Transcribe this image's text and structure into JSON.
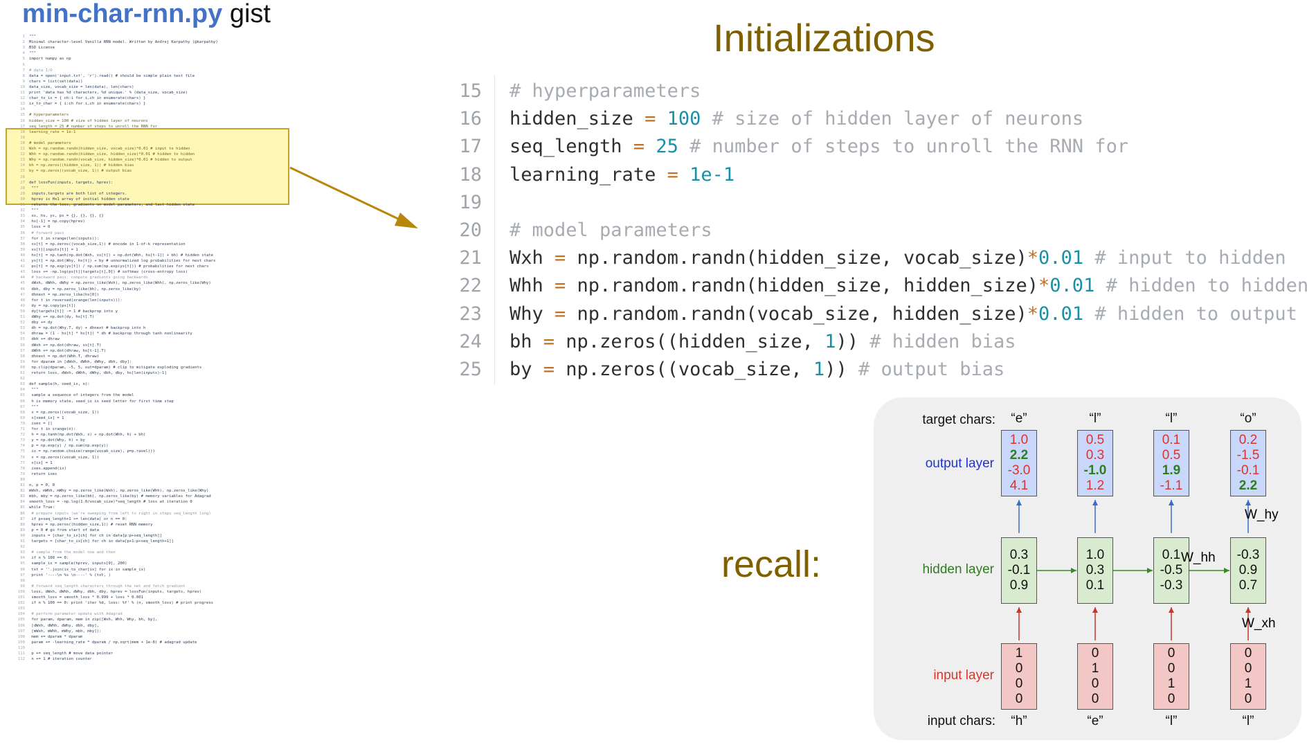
{
  "header": {
    "filename": "min-char-rnn.py",
    "suffix": "gist"
  },
  "mini_code_lines": [
    "\"\"\"",
    "Minimal character-level Vanilla RNN model. Written by Andrej Karpathy (@karpathy)",
    "BSD License",
    "\"\"\"",
    "import numpy as np",
    "",
    "# data I/O",
    "data = open('input.txt', 'r').read() # should be simple plain text file",
    "chars = list(set(data))",
    "data_size, vocab_size = len(data), len(chars)",
    "print 'data has %d characters, %d unique.' % (data_size, vocab_size)",
    "char_to_ix = { ch:i for i,ch in enumerate(chars) }",
    "ix_to_char = { i:ch for i,ch in enumerate(chars) }",
    "",
    "# hyperparameters",
    "hidden_size = 100 # size of hidden layer of neurons",
    "seq_length = 25 # number of steps to unroll the RNN for",
    "learning_rate = 1e-1",
    "",
    "# model parameters",
    "Wxh = np.random.randn(hidden_size, vocab_size)*0.01 # input to hidden",
    "Whh = np.random.randn(hidden_size, hidden_size)*0.01 # hidden to hidden",
    "Why = np.random.randn(vocab_size, hidden_size)*0.01 # hidden to output",
    "bh = np.zeros((hidden_size, 1)) # hidden bias",
    "by = np.zeros((vocab_size, 1)) # output bias",
    "",
    "def lossFun(inputs, targets, hprev):",
    "  \"\"\"",
    "  inputs,targets are both list of integers.",
    "  hprev is Hx1 array of initial hidden state",
    "  returns the loss, gradients on model parameters, and last hidden state",
    "  \"\"\"",
    "  xs, hs, ys, ps = {}, {}, {}, {}",
    "  hs[-1] = np.copy(hprev)",
    "  loss = 0",
    "  # forward pass",
    "  for t in xrange(len(inputs)):",
    "    xs[t] = np.zeros((vocab_size,1)) # encode in 1-of-k representation",
    "    xs[t][inputs[t]] = 1",
    "    hs[t] = np.tanh(np.dot(Wxh, xs[t]) + np.dot(Whh, hs[t-1]) + bh) # hidden state",
    "    ys[t] = np.dot(Why, hs[t]) + by # unnormalized log probabilities for next chars",
    "    ps[t] = np.exp(ys[t]) / np.sum(np.exp(ys[t])) # probabilities for next chars",
    "    loss += -np.log(ps[t][targets[t],0]) # softmax (cross-entropy loss)",
    "  # backward pass: compute gradients going backwards",
    "  dWxh, dWhh, dWhy = np.zeros_like(Wxh), np.zeros_like(Whh), np.zeros_like(Why)",
    "  dbh, dby = np.zeros_like(bh), np.zeros_like(by)",
    "  dhnext = np.zeros_like(hs[0])",
    "  for t in reversed(xrange(len(inputs))):",
    "    dy = np.copy(ps[t])",
    "    dy[targets[t]] -= 1 # backprop into y",
    "    dWhy += np.dot(dy, hs[t].T)",
    "    dby += dy",
    "    dh = np.dot(Why.T, dy) + dhnext # backprop into h",
    "    dhraw = (1 - hs[t] * hs[t]) * dh # backprop through tanh nonlinearity",
    "    dbh += dhraw",
    "    dWxh += np.dot(dhraw, xs[t].T)",
    "    dWhh += np.dot(dhraw, hs[t-1].T)",
    "    dhnext = np.dot(Whh.T, dhraw)",
    "  for dparam in [dWxh, dWhh, dWhy, dbh, dby]:",
    "    np.clip(dparam, -5, 5, out=dparam) # clip to mitigate exploding gradients",
    "  return loss, dWxh, dWhh, dWhy, dbh, dby, hs[len(inputs)-1]",
    "",
    "def sample(h, seed_ix, n):",
    "  \"\"\"",
    "  sample a sequence of integers from the model",
    "  h is memory state, seed_ix is seed letter for first time step",
    "  \"\"\"",
    "  x = np.zeros((vocab_size, 1))",
    "  x[seed_ix] = 1",
    "  ixes = []",
    "  for t in xrange(n):",
    "    h = np.tanh(np.dot(Wxh, x) + np.dot(Whh, h) + bh)",
    "    y = np.dot(Why, h) + by",
    "    p = np.exp(y) / np.sum(np.exp(y))",
    "    ix = np.random.choice(range(vocab_size), p=p.ravel())",
    "    x = np.zeros((vocab_size, 1))",
    "    x[ix] = 1",
    "    ixes.append(ix)",
    "  return ixes",
    "",
    "n, p = 0, 0",
    "mWxh, mWhh, mWhy = np.zeros_like(Wxh), np.zeros_like(Whh), np.zeros_like(Why)",
    "mbh, mby = np.zeros_like(bh), np.zeros_like(by) # memory variables for Adagrad",
    "smooth_loss = -np.log(1.0/vocab_size)*seq_length # loss at iteration 0",
    "while True:",
    "  # prepare inputs (we're sweeping from left to right in steps seq_length long)",
    "  if p+seq_length+1 >= len(data) or n == 0:",
    "    hprev = np.zeros((hidden_size,1)) # reset RNN memory",
    "    p = 0 # go from start of data",
    "  inputs = [char_to_ix[ch] for ch in data[p:p+seq_length]]",
    "  targets = [char_to_ix[ch] for ch in data[p+1:p+seq_length+1]]",
    "",
    "  # sample from the model now and then",
    "  if n % 100 == 0:",
    "    sample_ix = sample(hprev, inputs[0], 200)",
    "    txt = ''.join(ix_to_char[ix] for ix in sample_ix)",
    "    print '----\\n %s \\n----' % (txt, )",
    "",
    "  # forward seq_length characters through the net and fetch gradient",
    "  loss, dWxh, dWhh, dWhy, dbh, dby, hprev = lossFun(inputs, targets, hprev)",
    "  smooth_loss = smooth_loss * 0.999 + loss * 0.001",
    "  if n % 100 == 0: print 'iter %d, loss: %f' % (n, smooth_loss) # print progress",
    "",
    "  # perform parameter update with Adagrad",
    "  for param, dparam, mem in zip([Wxh, Whh, Why, bh, by],",
    "                                [dWxh, dWhh, dWhy, dbh, dby],",
    "                                [mWxh, mWhh, mWhy, mbh, mby]):",
    "    mem += dparam * dparam",
    "    param += -learning_rate * dparam / np.sqrt(mem + 1e-8) # adagrad update",
    "",
    "  p += seq_length # move data pointer",
    "  n += 1 # iteration counter"
  ],
  "section_title": "Initializations",
  "code": {
    "lines": [
      {
        "num": "15",
        "tokens": [
          [
            "com",
            "# hyperparameters"
          ]
        ]
      },
      {
        "num": "16",
        "tokens": [
          [
            "id",
            "hidden_size "
          ],
          [
            "op",
            "="
          ],
          [
            "id",
            " "
          ],
          [
            "num",
            "100"
          ],
          [
            "com",
            " # size of hidden layer of neurons"
          ]
        ]
      },
      {
        "num": "17",
        "tokens": [
          [
            "id",
            "seq_length "
          ],
          [
            "op",
            "="
          ],
          [
            "id",
            " "
          ],
          [
            "num",
            "25"
          ],
          [
            "com",
            " # number of steps to unroll the RNN for"
          ]
        ]
      },
      {
        "num": "18",
        "tokens": [
          [
            "id",
            "learning_rate "
          ],
          [
            "op",
            "="
          ],
          [
            "id",
            " "
          ],
          [
            "num",
            "1e-1"
          ]
        ]
      },
      {
        "num": "19",
        "tokens": []
      },
      {
        "num": "20",
        "tokens": [
          [
            "com",
            "# model parameters"
          ]
        ]
      },
      {
        "num": "21",
        "tokens": [
          [
            "id",
            "Wxh "
          ],
          [
            "op",
            "="
          ],
          [
            "id",
            " np.random.randn(hidden_size, vocab_size)"
          ],
          [
            "op",
            "*"
          ],
          [
            "num",
            "0.01"
          ],
          [
            "com",
            " # input to hidden"
          ]
        ]
      },
      {
        "num": "22",
        "tokens": [
          [
            "id",
            "Whh "
          ],
          [
            "op",
            "="
          ],
          [
            "id",
            " np.random.randn(hidden_size, hidden_size)"
          ],
          [
            "op",
            "*"
          ],
          [
            "num",
            "0.01"
          ],
          [
            "com",
            " # hidden to hidden"
          ]
        ]
      },
      {
        "num": "23",
        "tokens": [
          [
            "id",
            "Why "
          ],
          [
            "op",
            "="
          ],
          [
            "id",
            " np.random.randn(vocab_size, hidden_size)"
          ],
          [
            "op",
            "*"
          ],
          [
            "num",
            "0.01"
          ],
          [
            "com",
            " # hidden to output"
          ]
        ]
      },
      {
        "num": "24",
        "tokens": [
          [
            "id",
            "bh "
          ],
          [
            "op",
            "="
          ],
          [
            "id",
            " np.zeros((hidden_size, "
          ],
          [
            "num",
            "1"
          ],
          [
            "id",
            ")) "
          ],
          [
            "com",
            "# hidden bias"
          ]
        ]
      },
      {
        "num": "25",
        "tokens": [
          [
            "id",
            "by "
          ],
          [
            "op",
            "="
          ],
          [
            "id",
            " np.zeros((vocab_size, "
          ],
          [
            "num",
            "1"
          ],
          [
            "id",
            ")) "
          ],
          [
            "com",
            "# output bias"
          ]
        ]
      }
    ]
  },
  "recall_label": "recall:",
  "rnn": {
    "labels": {
      "target_chars": "target chars:",
      "output_layer": "output layer",
      "hidden_layer": "hidden layer",
      "input_layer": "input layer",
      "input_chars": "input chars:"
    },
    "target_chars": [
      "“e”",
      "“l”",
      "“l”",
      "“o”"
    ],
    "input_chars": [
      "“h”",
      "“e”",
      "“l”",
      "“l”"
    ],
    "output_vectors": [
      [
        [
          "1.0",
          "red"
        ],
        [
          "2.2",
          "green"
        ],
        [
          "-3.0",
          "red"
        ],
        [
          "4.1",
          "red"
        ]
      ],
      [
        [
          "0.5",
          "red"
        ],
        [
          "0.3",
          "red"
        ],
        [
          "-1.0",
          "green"
        ],
        [
          "1.2",
          "red"
        ]
      ],
      [
        [
          "0.1",
          "red"
        ],
        [
          "0.5",
          "red"
        ],
        [
          "1.9",
          "green"
        ],
        [
          "-1.1",
          "red"
        ]
      ],
      [
        [
          "0.2",
          "red"
        ],
        [
          "-1.5",
          "red"
        ],
        [
          "-0.1",
          "red"
        ],
        [
          "2.2",
          "green"
        ]
      ]
    ],
    "hidden_vectors": [
      [
        "0.3",
        "-0.1",
        "0.9"
      ],
      [
        "1.0",
        "0.3",
        "0.1"
      ],
      [
        "0.1",
        "-0.5",
        "-0.3"
      ],
      [
        "-0.3",
        "0.9",
        "0.7"
      ]
    ],
    "input_vectors": [
      [
        "1",
        "0",
        "0",
        "0"
      ],
      [
        "0",
        "1",
        "0",
        "0"
      ],
      [
        "0",
        "0",
        "1",
        "0"
      ],
      [
        "0",
        "0",
        "1",
        "0"
      ]
    ],
    "weight_labels": {
      "w_hy": "W_hy",
      "w_hh": "W_hh",
      "w_xh": "W_xh"
    },
    "colors": {
      "output_label": "#1f33d6",
      "hidden_label": "#2e7d1e",
      "input_label": "#d9352a",
      "up_arrow_out": "#3c6bc9",
      "up_arrow_in": "#c0392b",
      "right_arrow": "#3a8a2a"
    }
  },
  "accent": {
    "title": "#7f6000",
    "highlight_border": "#c9a227",
    "filename": "#4472c4"
  }
}
